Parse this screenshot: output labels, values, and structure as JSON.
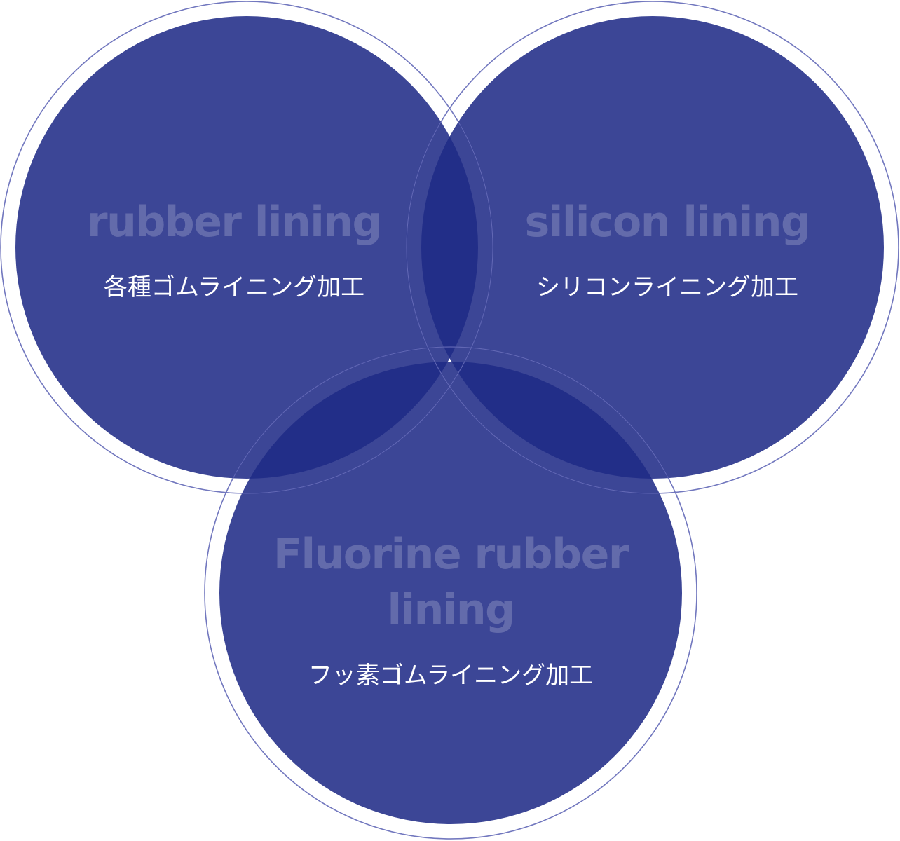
{
  "colors": {
    "disc": "#1f2a86",
    "ring": "#7b80c3",
    "text": "#ffffff"
  },
  "circles": [
    {
      "id": "rubber",
      "english": [
        "rubber lining"
      ],
      "japanese": "各種ゴムライニング加工"
    },
    {
      "id": "silicon",
      "english": [
        "silicon lining"
      ],
      "japanese": "シリコンライニング加工"
    },
    {
      "id": "fluorine",
      "english": [
        "Fluorine rubber",
        "lining"
      ],
      "japanese": "フッ素ゴムライニング加工"
    }
  ]
}
